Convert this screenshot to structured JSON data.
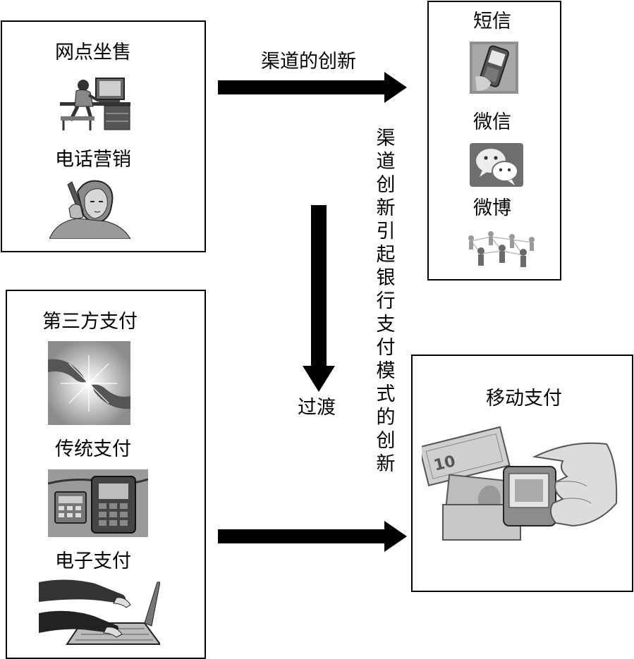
{
  "boxes": {
    "traditional_channels": {
      "items": [
        "网点坐售",
        "电话营销"
      ]
    },
    "new_channels": {
      "items": [
        "短信",
        "微信",
        "微博"
      ]
    },
    "payment_methods": {
      "items": [
        "第三方支付",
        "传统支付",
        "电子支付"
      ]
    },
    "mobile_payment": {
      "label": "移动支付"
    }
  },
  "arrows": {
    "channel_innovation": "渠道的创新",
    "transition": "过渡",
    "payment_innovation": "渠道创新引起银行支付模式的创新"
  },
  "icons": {
    "counter_sales": "person-at-computer-icon",
    "telemarketing": "person-on-phone-icon",
    "sms": "mobile-phone-icon",
    "wechat": "wechat-bubbles-icon",
    "weibo": "social-network-people-icon",
    "third_party": "handshake-light-icon",
    "traditional": "pos-terminal-icon",
    "electronic": "laptop-typing-icon",
    "mobile": "phone-with-banknotes-icon"
  }
}
